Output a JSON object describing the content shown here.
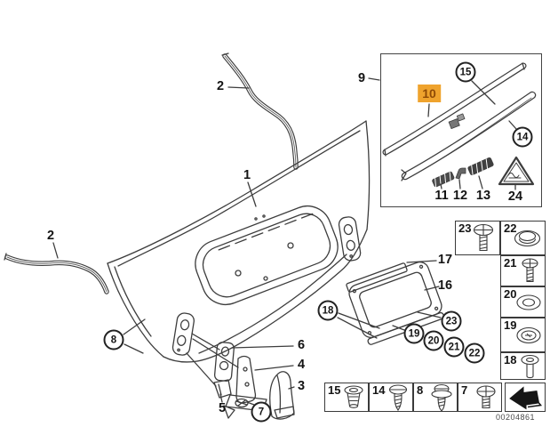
{
  "doc_number": "00204861",
  "colors": {
    "highlight_bg": "#EFA32D",
    "highlight_text": "#8F4A05",
    "line": "#3D3D3D"
  },
  "callouts": {
    "plain": {
      "c1": "1",
      "c2_top": "2",
      "c2_left": "2",
      "c3": "3",
      "c4": "4",
      "c5": "5",
      "c6": "6",
      "c9": "9",
      "c11": "11",
      "c12": "12",
      "c13": "13",
      "c16": "16",
      "c17": "17",
      "c24": "24"
    },
    "highlighted": {
      "c10": "10"
    },
    "circled": {
      "c7": "7",
      "c8": "8",
      "c14": "14",
      "c15": "15",
      "c18": "18",
      "c19": "19",
      "c20": "20",
      "c21": "21",
      "c22": "22",
      "c23": "23"
    }
  },
  "part_boxes": {
    "box_23": {
      "label": "23",
      "icon": "round-head-screw"
    },
    "right_column": [
      {
        "label": "22",
        "icon": "cap-nut-washer"
      },
      {
        "label": "21",
        "icon": "round-head-screw"
      },
      {
        "label": "20",
        "icon": "washer"
      },
      {
        "label": "19",
        "icon": "grommet-nut"
      },
      {
        "label": "18",
        "icon": "blind-rivet"
      }
    ],
    "bottom_row": [
      {
        "label": "15",
        "icon": "expanding-nut"
      },
      {
        "label": "14",
        "icon": "tapping-screw"
      },
      {
        "label": "8",
        "icon": "screw-with-washer"
      },
      {
        "label": "7",
        "icon": "round-head-screw"
      }
    ]
  },
  "nav": {
    "back_icon": "back-arrow"
  }
}
